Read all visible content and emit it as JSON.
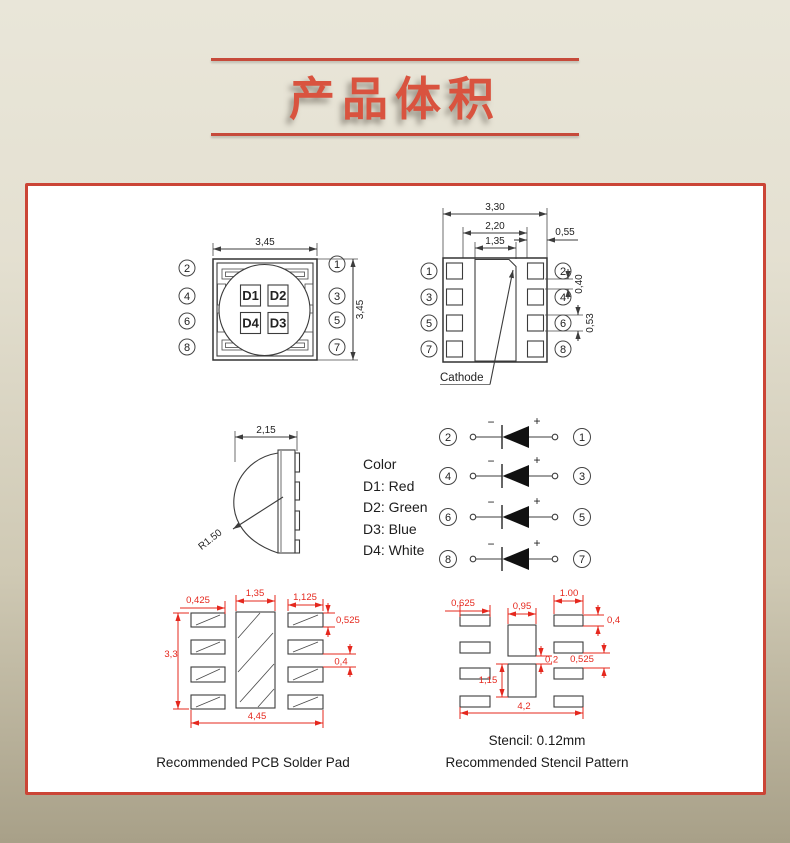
{
  "header": {
    "title": "产品体积"
  },
  "top_view": {
    "dim_top": "3,45",
    "dim_right": "3,45",
    "left_pins": [
      "2",
      "4",
      "6",
      "8"
    ],
    "right_pins": [
      "1",
      "3",
      "5",
      "7"
    ],
    "dies": [
      "D1",
      "D2",
      "D4",
      "D3"
    ]
  },
  "bottom_view": {
    "dim_overall": "3,30",
    "dim_inner": "2,20",
    "dim_center_pad": "1,35",
    "dim_edge": "0,55",
    "dim_gap": "0,40",
    "dim_pad_height": "0,53",
    "left_pins": [
      "1",
      "3",
      "5",
      "7"
    ],
    "right_pins": [
      "2",
      "4",
      "6",
      "8"
    ],
    "cathode_label": "Cathode"
  },
  "side_view": {
    "dim_width": "2,15",
    "radius": "R1.50"
  },
  "color_legend": {
    "title": "Color",
    "items": [
      "D1: Red",
      "D2: Green",
      "D3: Blue",
      "D4: White"
    ]
  },
  "circuit": {
    "minus": "−",
    "plus": "+",
    "rows": [
      {
        "left": "2",
        "right": "1"
      },
      {
        "left": "4",
        "right": "3"
      },
      {
        "left": "6",
        "right": "5"
      },
      {
        "left": "8",
        "right": "7"
      }
    ]
  },
  "pcb_pad": {
    "dim_left_pad_w": "0,425",
    "dim_center_w": "1,35",
    "dim_right_pad_w": "1,125",
    "dim_pad_h": "0,525",
    "dim_height": "3,3",
    "dim_gap": "0,4",
    "dim_width": "4,45",
    "caption": "Recommended PCB Solder Pad"
  },
  "stencil": {
    "dim_left_pad_w": "0,625",
    "dim_center_w": "0,95",
    "dim_right_pad_w": "1.00",
    "dim_pad_h": "0,4",
    "dim_gap_center": "0,2",
    "dim_pitch": "0,525",
    "dim_center_h": "1,15",
    "dim_width": "4,2",
    "caption_line1": "Stencil: 0.12mm",
    "caption_line2": "Recommended Stencil Pattern"
  },
  "colors": {
    "accent_red": "#cb4536",
    "dim_red": "#e5281e"
  }
}
